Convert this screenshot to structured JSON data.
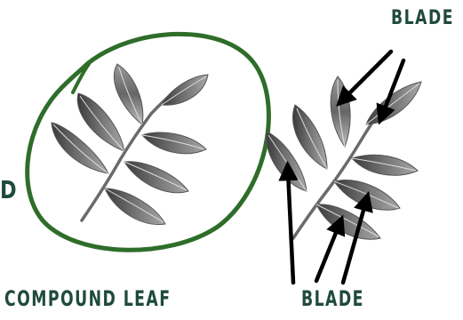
{
  "labels": {
    "blade_top": "BLADE",
    "d_fragment": "D",
    "compound_leaf": "COMPOUND LEAF",
    "blade_bottom": "BLADE"
  },
  "colors": {
    "label_text": "#1f4a3c",
    "circle_stroke": "#2f6d2a",
    "leaf_dark": "#3a3a3a",
    "leaf_mid": "#7a7a7a",
    "leaf_light": "#c8c8c8",
    "arrow": "#000000"
  },
  "icons": {
    "left_leaf": "compound-leaf-illustration",
    "right_leaf": "compound-leaf-illustration",
    "highlight": "hand-drawn-circle"
  }
}
